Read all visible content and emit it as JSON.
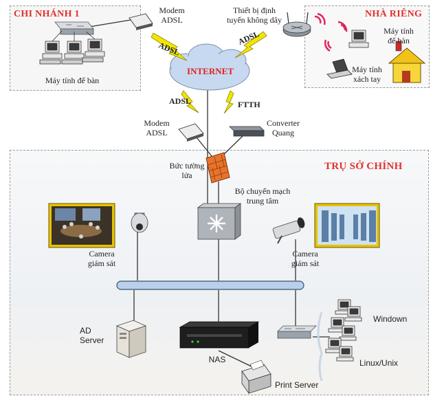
{
  "branch": {
    "title": "CHI NHÁNH 1",
    "desktops_label": "Máy tính để bàn",
    "modem_label": "Modem\nADSL",
    "link_label": "ADSL"
  },
  "home": {
    "title": "NHÀ RIÊNG",
    "router_label": "Thiết bị định\ntuyến không dây",
    "desktop_label": "Máy tính\nđể bàn",
    "laptop_label": "Máy tính\nxách tay",
    "link_label": "ADSL"
  },
  "internet": {
    "label": "INTERNET",
    "adsl_label": "ADSL",
    "ftth_label": "FTTH"
  },
  "edge": {
    "modem_label": "Modem\nADSL",
    "converter_label": "Converter\nQuang"
  },
  "hq": {
    "title": "TRỤ SỞ CHÍNH",
    "firewall_label": "Bức tường\nlửa",
    "core_switch_label": "Bộ chuyển mạch\ntrung tâm",
    "camera_left_label": "Camera\ngiám sát",
    "camera_right_label": "Camera\ngiám sát",
    "ad_server_label": "AD\nServer",
    "nas_label": "NAS",
    "print_server_label": "Print Server",
    "windows_label": "Windown",
    "linux_label": "Linux/Unix"
  },
  "colors": {
    "region_title": "#e0312c",
    "cloud": "#c7d9f0",
    "internet_text": "#e02020",
    "lightning": "#f2e600",
    "firewall": "#e8732a",
    "bus": "#b8d0ea"
  }
}
